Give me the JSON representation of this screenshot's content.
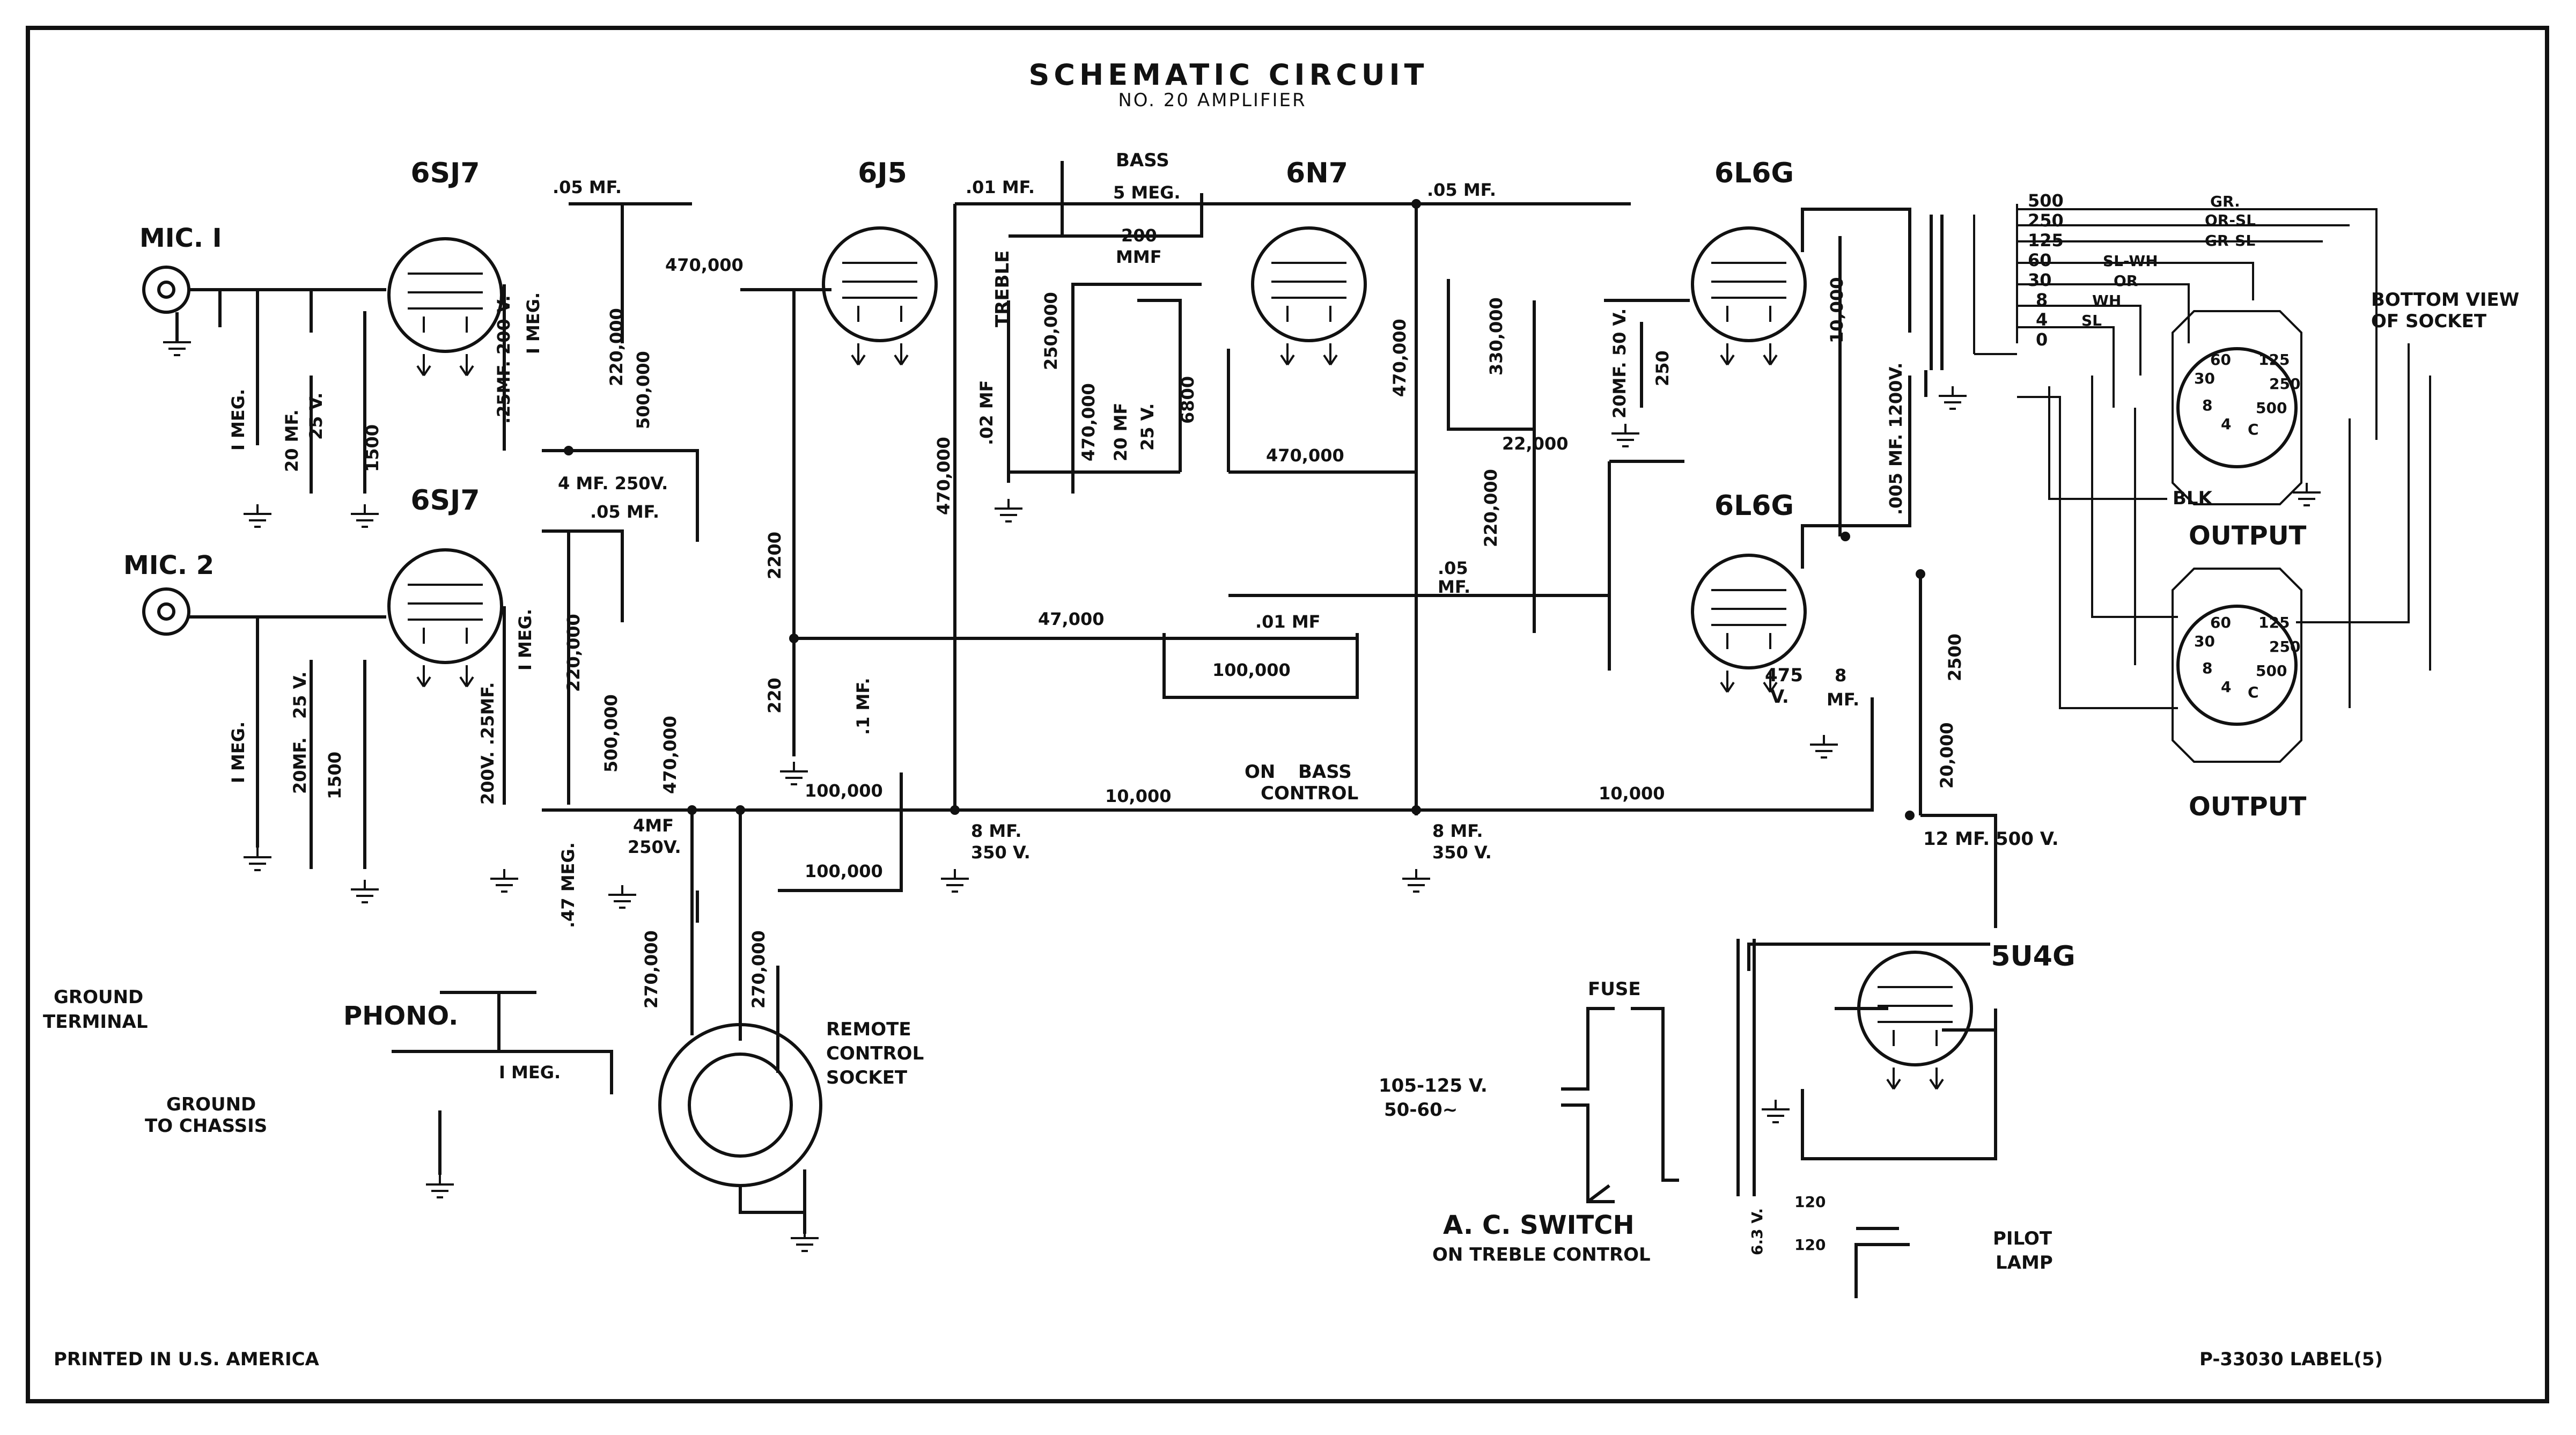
{
  "title": "SCHEMATIC CIRCUIT",
  "subtitle": "NO. 20 AMPLIFIER",
  "footer": {
    "printed": "PRINTED IN U.S. AMERICA",
    "code": "P-33030 LABEL(5)"
  },
  "tubes": {
    "v1": "6SJ7",
    "v2": "6SJ7",
    "v3": "6J5",
    "v4": "6N7",
    "v5": "6L6G",
    "v6": "6L6G",
    "v7": "5U4G"
  },
  "inputs": {
    "mic1": "MIC. I",
    "mic2": "MIC. 2",
    "phono": "PHONO."
  },
  "ground": {
    "terminal_1": "GROUND",
    "terminal_2": "TERMINAL",
    "chassis_1": "GROUND",
    "chassis_2": "TO CHASSIS"
  },
  "remote": {
    "l1": "REMOTE",
    "l2": "CONTROL",
    "l3": "SOCKET"
  },
  "output": {
    "bottom_view_1": "BOTTOM VIEW",
    "bottom_view_2": "OF SOCKET",
    "label_1": "OUTPUT",
    "label_2": "OUTPUT",
    "blk": "BLK",
    "taps": [
      "500",
      "250",
      "125",
      "60",
      "30",
      "8",
      "4",
      "0"
    ],
    "wires": [
      "GR.",
      "OR-SL",
      "GR-SL",
      "SL-WH",
      "OR",
      "WH",
      "SL"
    ],
    "pins": [
      "60",
      "125",
      "30",
      "250",
      "8",
      "500",
      "4",
      "C"
    ]
  },
  "power": {
    "line_1": "105-125 V.",
    "line_2": "50-60~",
    "fuse": "FUSE",
    "switch": "A. C. SWITCH",
    "switch_note": "ON TREBLE CONTROL",
    "pilot_1": "PILOT",
    "pilot_2": "LAMP",
    "fil": "6.3 V.",
    "tap_a": "120",
    "tap_b": "120",
    "b_plus": "500 V.",
    "b_cap": "12 MF.",
    "v475": "475",
    "v475_unit": "V."
  },
  "controls": {
    "bass": "BASS",
    "treble": "TREBLE",
    "bass_switch_1": "ON",
    "bass_switch_2": "BASS",
    "bass_switch_3": "CONTROL"
  },
  "components": {
    "c_05_a": ".05 MF.",
    "c_05_b": ".05 MF.",
    "c_05_c": ".05 MF.",
    "c_05_d": ".05",
    "c_05_d2": "MF.",
    "c_01_a": ".01 MF.",
    "c_01_b": ".01 MF",
    "c_02": ".02 MF",
    "c_1": ".1 MF.",
    "c_200mmf_1": "200",
    "c_200mmf_2": "MMF",
    "c_20mf25_1": "20 MF.",
    "c_20mf25_2": "25 V.",
    "c_20mf25_3": "20MF.",
    "c_20mf25_4": "25 V.",
    "c_20mf25_5": "20 MF",
    "c_20mf25_6": "25 V.",
    "c_25mf200_a": ".25MF. 200 V.",
    "c_25mf200_b": "200V. .25MF.",
    "c_4mf250_a": "4 MF. 250V.",
    "c_4mf250_b1": "4MF",
    "c_4mf250_b2": "250V.",
    "c_8mf350_a1": "8 MF.",
    "c_8mf350_a2": "350 V.",
    "c_8mf350_b1": "8 MF.",
    "c_8mf350_b2": "350 V.",
    "c_8mf_p1": "8",
    "c_8mf_p2": "MF.",
    "c_005": ".005 MF. 1200V.",
    "c_20mf50": "20MF. 50 V.",
    "r_470k_a": "470,000",
    "r_470k_b": "470,000",
    "r_470k_c": "470,000",
    "r_470k_d": "470,000",
    "r_470k_e": "470,000",
    "r_470k_f": "470,000",
    "r_220k_a": "220,000",
    "r_220k_b": "220,000",
    "r_220k_c": "220,000",
    "r_500k_a": "500,000",
    "r_500k_b": "500,000",
    "r_1meg_a": "I MEG.",
    "r_1meg_b": "I MEG.",
    "r_1meg_c": "I MEG.",
    "r_1meg_d": "I MEG.",
    "r_1meg_e": "I MEG.",
    "r_1500_a": "1500",
    "r_1500_b": "1500",
    "r_5meg": "5 MEG.",
    "r_250k": "250,000",
    "r_6800": "6800",
    "r_330k": "330,000",
    "r_22k": "22,000",
    "r_250": "250",
    "r_10k_a": "10,000",
    "r_10k_b": "10,000",
    "r_10k_c": "10,000",
    "r_47k": "47,000",
    "r_100k_a": "100,000",
    "r_100k_b": "100,000",
    "r_100k_c": "100,000",
    "r_2200": "2200",
    "r_220": "220",
    "r_047meg": ".47 MEG.",
    "r_270k_a": "270,000",
    "r_270k_b": "270,000",
    "r_2500": "2500",
    "r_20k": "20,000"
  }
}
